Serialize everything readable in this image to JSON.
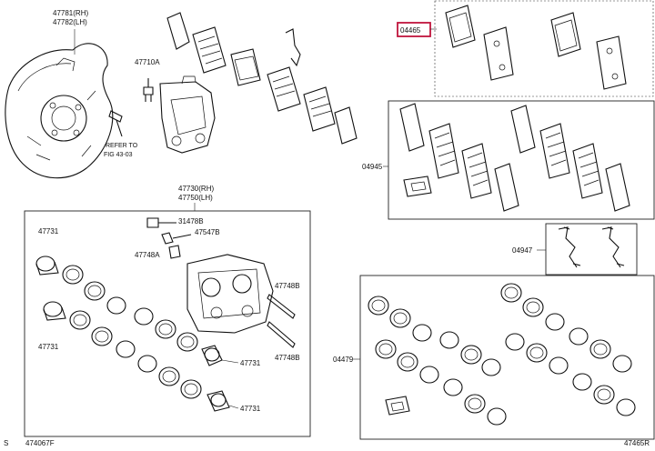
{
  "labels": {
    "dust_cover_rh": "47781(RH)",
    "dust_cover_lh": "47782(LH)",
    "bleeder_top": "47710A",
    "refer_to_1": "REFER TO",
    "refer_to_2": "FIG 43-03",
    "caliper_rh": "47730(RH)",
    "caliper_lh": "47750(LH)",
    "bolt": "31478B",
    "plug": "47547B",
    "bleeder_cap": "47748A",
    "piston_tl": "47731",
    "piston_bl": "47731",
    "piston_mid": "47731",
    "piston_br": "47731",
    "pin_upper": "47748B",
    "pin_lower": "47748B",
    "pad_kit": "04465",
    "fitting_kit": "04945",
    "support_kit": "04947",
    "seal_kit": "04479",
    "footer_left": "474067F",
    "footer_right": "47465R"
  },
  "footer": {
    "prefix": "S"
  },
  "colors": {
    "highlight": "#c0143c",
    "ink": "#111111",
    "background": "#ffffff"
  }
}
